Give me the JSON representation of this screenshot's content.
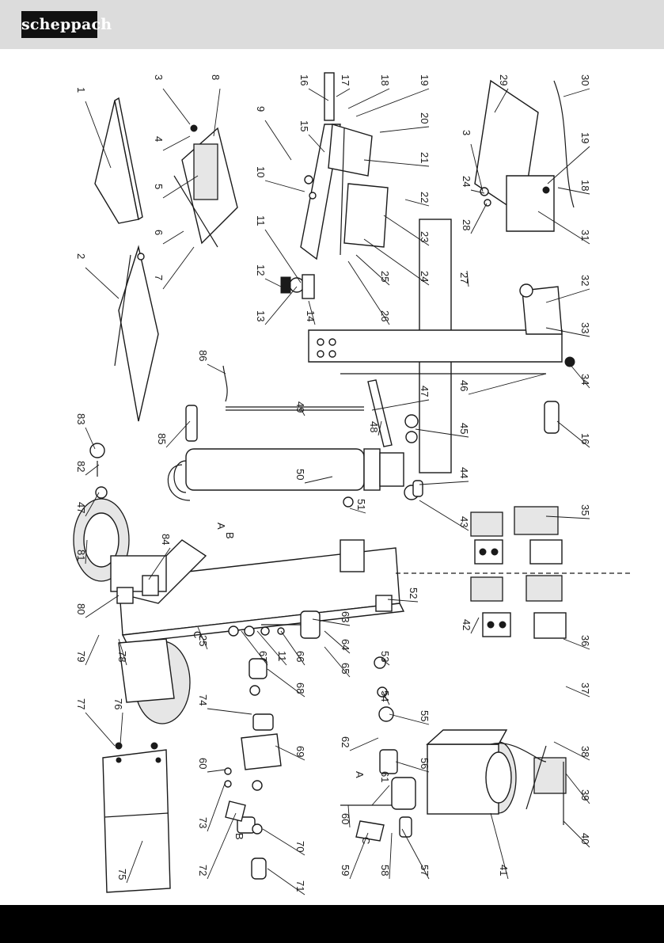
{
  "header": {
    "brand": "scheppach"
  },
  "part_numbers": [
    "1",
    "2",
    "3",
    "4",
    "5",
    "6",
    "7",
    "8",
    "9",
    "10",
    "11",
    "12",
    "13",
    "14",
    "15",
    "16",
    "17",
    "18",
    "19",
    "20",
    "21",
    "22",
    "23",
    "24",
    "25",
    "26",
    "27",
    "28",
    "29",
    "30",
    "31",
    "32",
    "33",
    "34",
    "35",
    "36",
    "37",
    "38",
    "39",
    "40",
    "41",
    "42",
    "43",
    "44",
    "45",
    "46",
    "47",
    "48",
    "49",
    "50",
    "51",
    "52",
    "53",
    "54",
    "55",
    "56",
    "57",
    "58",
    "59",
    "60",
    "61",
    "62",
    "63",
    "64",
    "65",
    "66",
    "67",
    "68",
    "69",
    "70",
    "71",
    "72",
    "73",
    "74",
    "75",
    "76",
    "77",
    "78",
    "79",
    "80",
    "81",
    "82",
    "83",
    "84",
    "85",
    "86"
  ],
  "reference_letters": [
    "A",
    "B",
    "C"
  ]
}
